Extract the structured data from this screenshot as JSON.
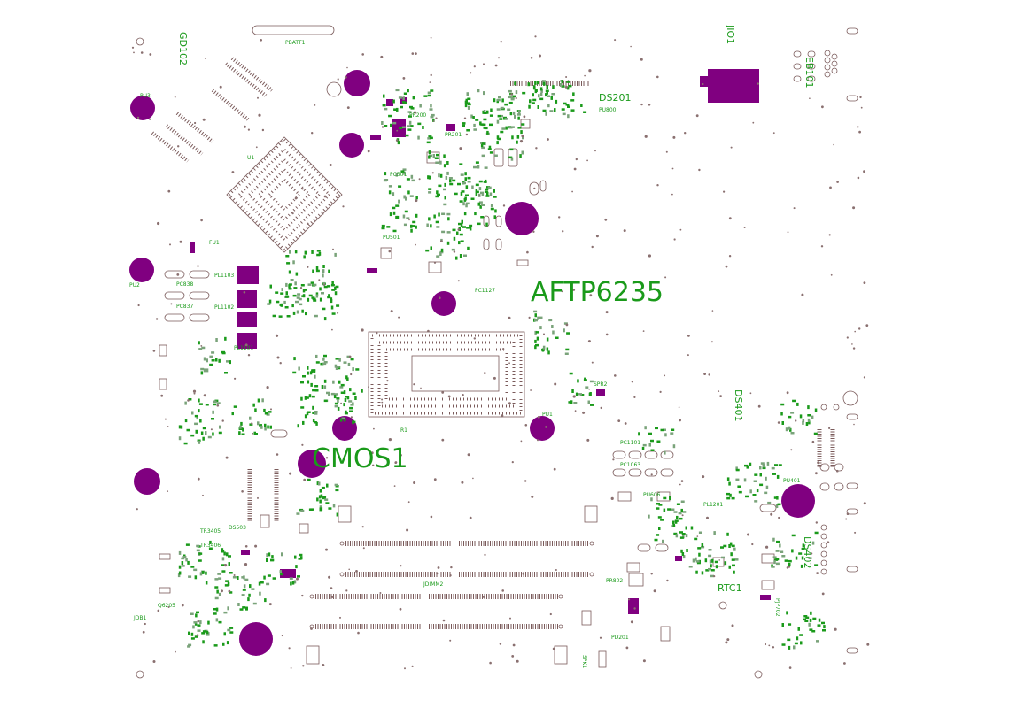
{
  "board": {
    "big_labels": [
      "AFTP6235",
      "CMOS1"
    ],
    "labels": [
      "GD102",
      "DS201",
      "DS401",
      "DS402",
      "RTC1",
      "JIO1",
      "EB101",
      "JDIMM2",
      "PBATT1",
      "U1",
      "FU1",
      "PC838",
      "PC837",
      "PL1103",
      "PL1102",
      "PC1101",
      "PC1063",
      "PU606",
      "PR802",
      "PL1201",
      "PU501",
      "PD201",
      "TR3405",
      "TR3406",
      "DS503",
      "PU3",
      "PU2",
      "PU1",
      "SPR2",
      "PR200",
      "PR201",
      "PU800",
      "PC1127",
      "PC501",
      "R1",
      "SPK1",
      "Q6205",
      "JDB1",
      "PL1101",
      "PJP702",
      "PU401"
    ],
    "colors": {
      "silk": "#1a9a1a",
      "outline": "#7a5a5a",
      "copper": "#800080",
      "pad": "#5a9a5a"
    }
  }
}
